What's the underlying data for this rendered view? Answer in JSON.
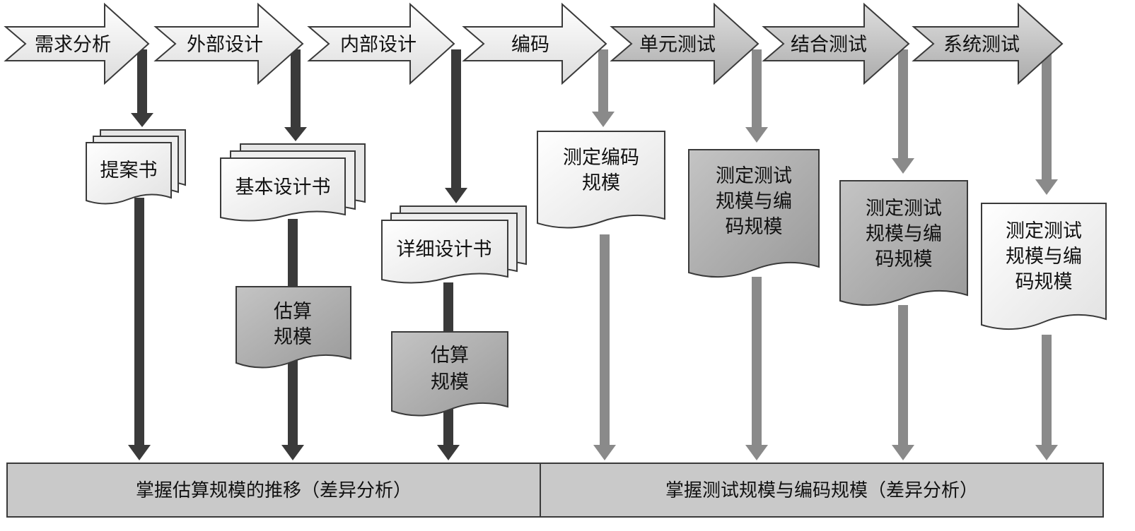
{
  "phases": [
    "需求分析",
    "外部设计",
    "内部设计",
    "编码",
    "单元测试",
    "结合测试",
    "系统测试"
  ],
  "documents": {
    "proposal": "提案书",
    "basic_design": "基本设计书",
    "detail_design": "详细设计书",
    "estimate_1": [
      "估算",
      "规模"
    ],
    "estimate_2": [
      "估算",
      "规模"
    ],
    "code_size": [
      "测定编码",
      "规模"
    ],
    "test_size_unit": [
      "测定测试",
      "规模与编",
      "码规模"
    ],
    "test_size_integration": [
      "测定测试",
      "规模与编",
      "码规模"
    ],
    "test_size_system": [
      "测定测试",
      "规模与编",
      "码规模"
    ]
  },
  "bottom": {
    "left_label": "掌握估算规模的推移（差异分析）",
    "right_label": "掌握测试规模与编码规模（差异分析）"
  },
  "colors": {
    "phase_light": "#efefef",
    "phase_mid": "#c8c8c8",
    "doc_light": "#f0f0f0",
    "doc_dark": "#a9a9a9",
    "arrow_dark": "#3a3a3a",
    "arrow_light": "#8a8a8a",
    "bar_fill": "#c9c9c9"
  }
}
